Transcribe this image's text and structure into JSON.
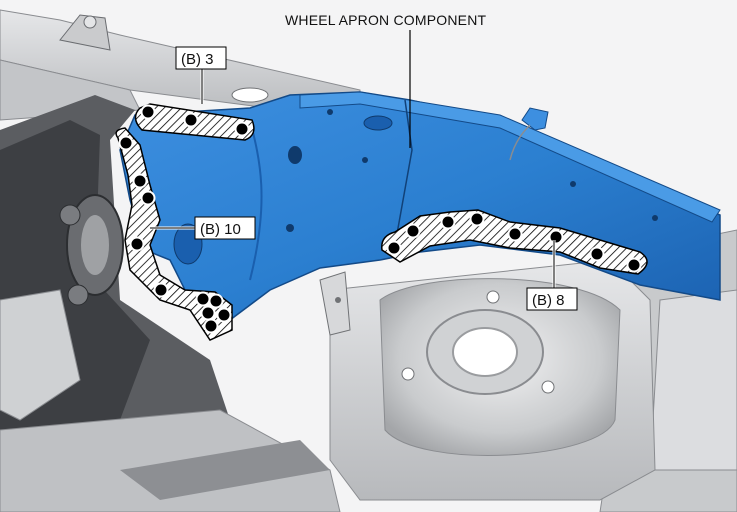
{
  "title": "WHEEL APRON COMPONENT",
  "callouts": {
    "top": "(B) 3",
    "left": "(B) 10",
    "right": "(B) 8"
  },
  "colors": {
    "component": "#2b7fd0",
    "component_dark": "#1c5fa8",
    "body_light": "#d4d6d8",
    "body_dark": "#4a4c50",
    "spot_weld": "#000000",
    "hatch": "#000000"
  },
  "icons": [
    "spot-weld-icon",
    "hatch-area-icon"
  ]
}
